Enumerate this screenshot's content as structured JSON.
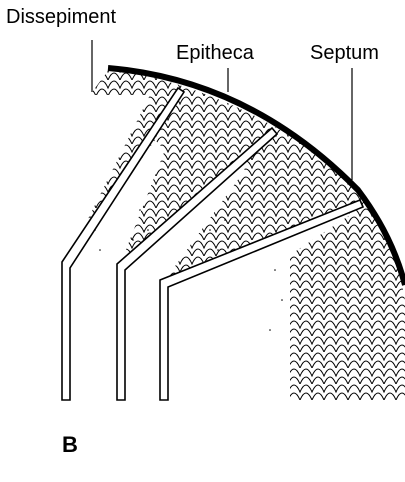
{
  "labels": {
    "dissepiment": "Dissepiment",
    "epitheca": "Epitheca",
    "septum": "Septum"
  },
  "panel_letter": "B",
  "colors": {
    "ink": "#000000",
    "paper": "#ffffff"
  }
}
